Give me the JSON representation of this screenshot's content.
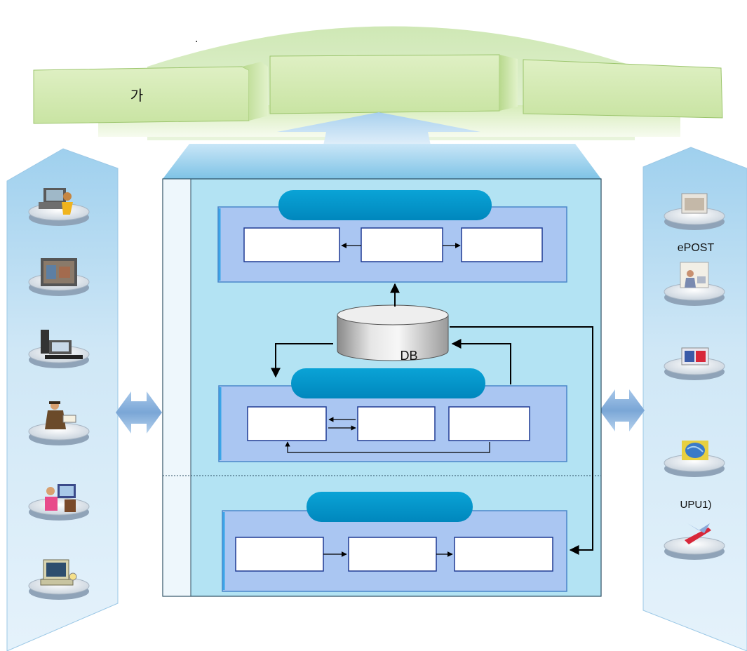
{
  "header": {
    "dot": ".",
    "boxes": [
      "가",
      "",
      ""
    ]
  },
  "center": {
    "db_label": "DB"
  },
  "right_panel": {
    "labels": [
      "ePOST",
      "UPU1)"
    ]
  },
  "left_panel": {
    "icons": [
      "office-worker-icon",
      "monitor-photo-icon",
      "desktop-computer-icon",
      "postman-icon",
      "clerk-computer-icon",
      "computer-icon"
    ]
  },
  "right_icons": [
    "window-screen-icon",
    "person-at-computer-icon",
    "mail-stamps-icon",
    "globe-network-icon",
    "airplane-icon"
  ],
  "colors": {
    "header_box": "#d6ecaf",
    "header_dome": "#dceec6",
    "panel_blue": "#b8def0",
    "main_bg": "#b3e3f3",
    "pill": "#0097cc",
    "inner_panel": "#aac6f2"
  }
}
